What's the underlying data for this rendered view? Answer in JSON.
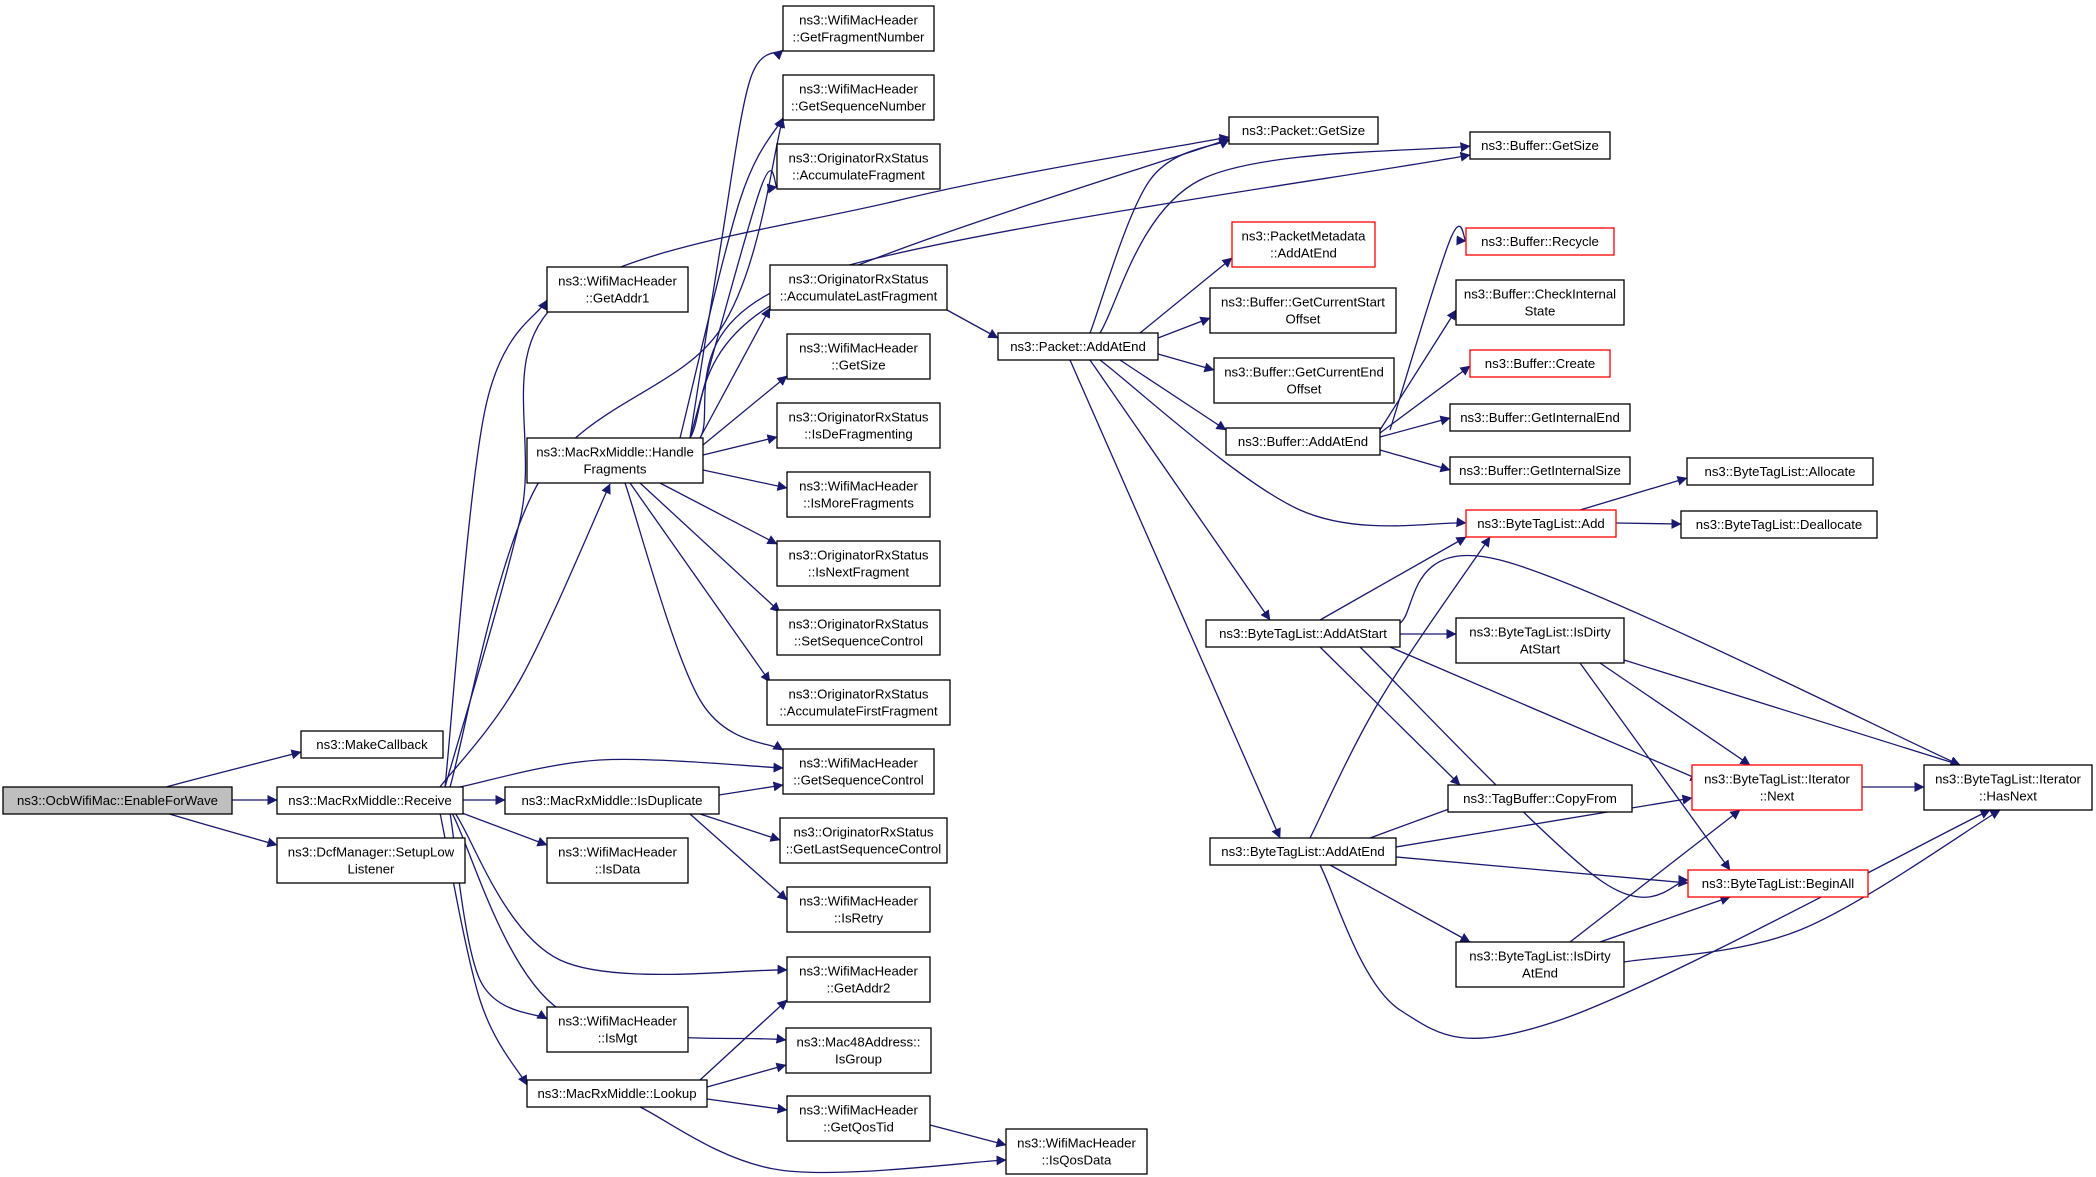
{
  "graph": {
    "colors": {
      "edge": "#191970",
      "node_border": "#000000",
      "node_border_missing": "#ff0000",
      "root_fill": "#bfbfbf"
    },
    "nodes": [
      {
        "id": "enable",
        "label": [
          "ns3::OcbWifiMac::EnableForWave"
        ],
        "root": true
      },
      {
        "id": "makecb",
        "label": [
          "ns3::MakeCallback"
        ]
      },
      {
        "id": "receive",
        "label": [
          "ns3::MacRxMiddle::Receive"
        ]
      },
      {
        "id": "dcf",
        "label": [
          "ns3::DcfManager::SetupLow",
          "Listener"
        ]
      },
      {
        "id": "getaddr1",
        "label": [
          "ns3::WifiMacHeader",
          "::GetAddr1"
        ]
      },
      {
        "id": "handlefrag",
        "label": [
          "ns3::MacRxMiddle::Handle",
          "Fragments"
        ]
      },
      {
        "id": "isdup",
        "label": [
          "ns3::MacRxMiddle::IsDuplicate"
        ]
      },
      {
        "id": "isdata",
        "label": [
          "ns3::WifiMacHeader",
          "::IsData"
        ]
      },
      {
        "id": "ismgt",
        "label": [
          "ns3::WifiMacHeader",
          "::IsMgt"
        ]
      },
      {
        "id": "lookup",
        "label": [
          "ns3::MacRxMiddle::Lookup"
        ]
      },
      {
        "id": "getfragnum",
        "label": [
          "ns3::WifiMacHeader",
          "::GetFragmentNumber"
        ]
      },
      {
        "id": "getseqnum",
        "label": [
          "ns3::WifiMacHeader",
          "::GetSequenceNumber"
        ]
      },
      {
        "id": "accfrag",
        "label": [
          "ns3::OriginatorRxStatus",
          "::AccumulateFragment"
        ]
      },
      {
        "id": "acclast",
        "label": [
          "ns3::OriginatorRxStatus",
          "::AccumulateLastFragment"
        ]
      },
      {
        "id": "getsize",
        "label": [
          "ns3::WifiMacHeader",
          "::GetSize"
        ]
      },
      {
        "id": "isdefrag",
        "label": [
          "ns3::OriginatorRxStatus",
          "::IsDeFragmenting"
        ]
      },
      {
        "id": "ismorefrag",
        "label": [
          "ns3::WifiMacHeader",
          "::IsMoreFragments"
        ]
      },
      {
        "id": "isnextfrag",
        "label": [
          "ns3::OriginatorRxStatus",
          "::IsNextFragment"
        ]
      },
      {
        "id": "setseqctl",
        "label": [
          "ns3::OriginatorRxStatus",
          "::SetSequenceControl"
        ]
      },
      {
        "id": "accfirst",
        "label": [
          "ns3::OriginatorRxStatus",
          "::AccumulateFirstFragment"
        ]
      },
      {
        "id": "getseqctl",
        "label": [
          "ns3::WifiMacHeader",
          "::GetSequenceControl"
        ]
      },
      {
        "id": "getlastseq",
        "label": [
          "ns3::OriginatorRxStatus",
          "::GetLastSequenceControl"
        ]
      },
      {
        "id": "isretry",
        "label": [
          "ns3::WifiMacHeader",
          "::IsRetry"
        ]
      },
      {
        "id": "getaddr2",
        "label": [
          "ns3::WifiMacHeader",
          "::GetAddr2"
        ]
      },
      {
        "id": "isgroup",
        "label": [
          "ns3::Mac48Address::",
          "IsGroup"
        ]
      },
      {
        "id": "getqostid",
        "label": [
          "ns3::WifiMacHeader",
          "::GetQosTid"
        ]
      },
      {
        "id": "isqosdata",
        "label": [
          "ns3::WifiMacHeader",
          "::IsQosData"
        ]
      },
      {
        "id": "pktgetsize",
        "label": [
          "ns3::Packet::GetSize"
        ]
      },
      {
        "id": "pktaddatend",
        "label": [
          "ns3::Packet::AddAtEnd"
        ]
      },
      {
        "id": "pmaddatend",
        "label": [
          "ns3::PacketMetadata",
          "::AddAtEnd"
        ],
        "red": true
      },
      {
        "id": "bufcurstart",
        "label": [
          "ns3::Buffer::GetCurrentStart",
          "Offset"
        ]
      },
      {
        "id": "bufcurend",
        "label": [
          "ns3::Buffer::GetCurrentEnd",
          "Offset"
        ]
      },
      {
        "id": "bufaddatend",
        "label": [
          "ns3::Buffer::AddAtEnd"
        ]
      },
      {
        "id": "btladdatstart",
        "label": [
          "ns3::ByteTagList::AddAtStart"
        ]
      },
      {
        "id": "btladdatend",
        "label": [
          "ns3::ByteTagList::AddAtEnd"
        ]
      },
      {
        "id": "bufgetsize",
        "label": [
          "ns3::Buffer::GetSize"
        ]
      },
      {
        "id": "bufrecycle",
        "label": [
          "ns3::Buffer::Recycle"
        ],
        "red": true
      },
      {
        "id": "bufcheck",
        "label": [
          "ns3::Buffer::CheckInternal",
          "State"
        ]
      },
      {
        "id": "bufcreate",
        "label": [
          "ns3::Buffer::Create"
        ],
        "red": true
      },
      {
        "id": "bufintend",
        "label": [
          "ns3::Buffer::GetInternalEnd"
        ]
      },
      {
        "id": "bufintsize",
        "label": [
          "ns3::Buffer::GetInternalSize"
        ]
      },
      {
        "id": "btladd",
        "label": [
          "ns3::ByteTagList::Add"
        ],
        "red": true
      },
      {
        "id": "btldirtystart",
        "label": [
          "ns3::ByteTagList::IsDirty",
          "AtStart"
        ]
      },
      {
        "id": "tagbufcopy",
        "label": [
          "ns3::TagBuffer::CopyFrom"
        ]
      },
      {
        "id": "btldirtyend",
        "label": [
          "ns3::ByteTagList::IsDirty",
          "AtEnd"
        ]
      },
      {
        "id": "btlallocate",
        "label": [
          "ns3::ByteTagList::Allocate"
        ]
      },
      {
        "id": "btldealloc",
        "label": [
          "ns3::ByteTagList::Deallocate"
        ]
      },
      {
        "id": "iternext",
        "label": [
          "ns3::ByteTagList::Iterator",
          "::Next"
        ],
        "red": true
      },
      {
        "id": "beginall",
        "label": [
          "ns3::ByteTagList::BeginAll"
        ],
        "red": true
      },
      {
        "id": "iterhasnext",
        "label": [
          "ns3::ByteTagList::Iterator",
          "::HasNext"
        ]
      }
    ]
  }
}
